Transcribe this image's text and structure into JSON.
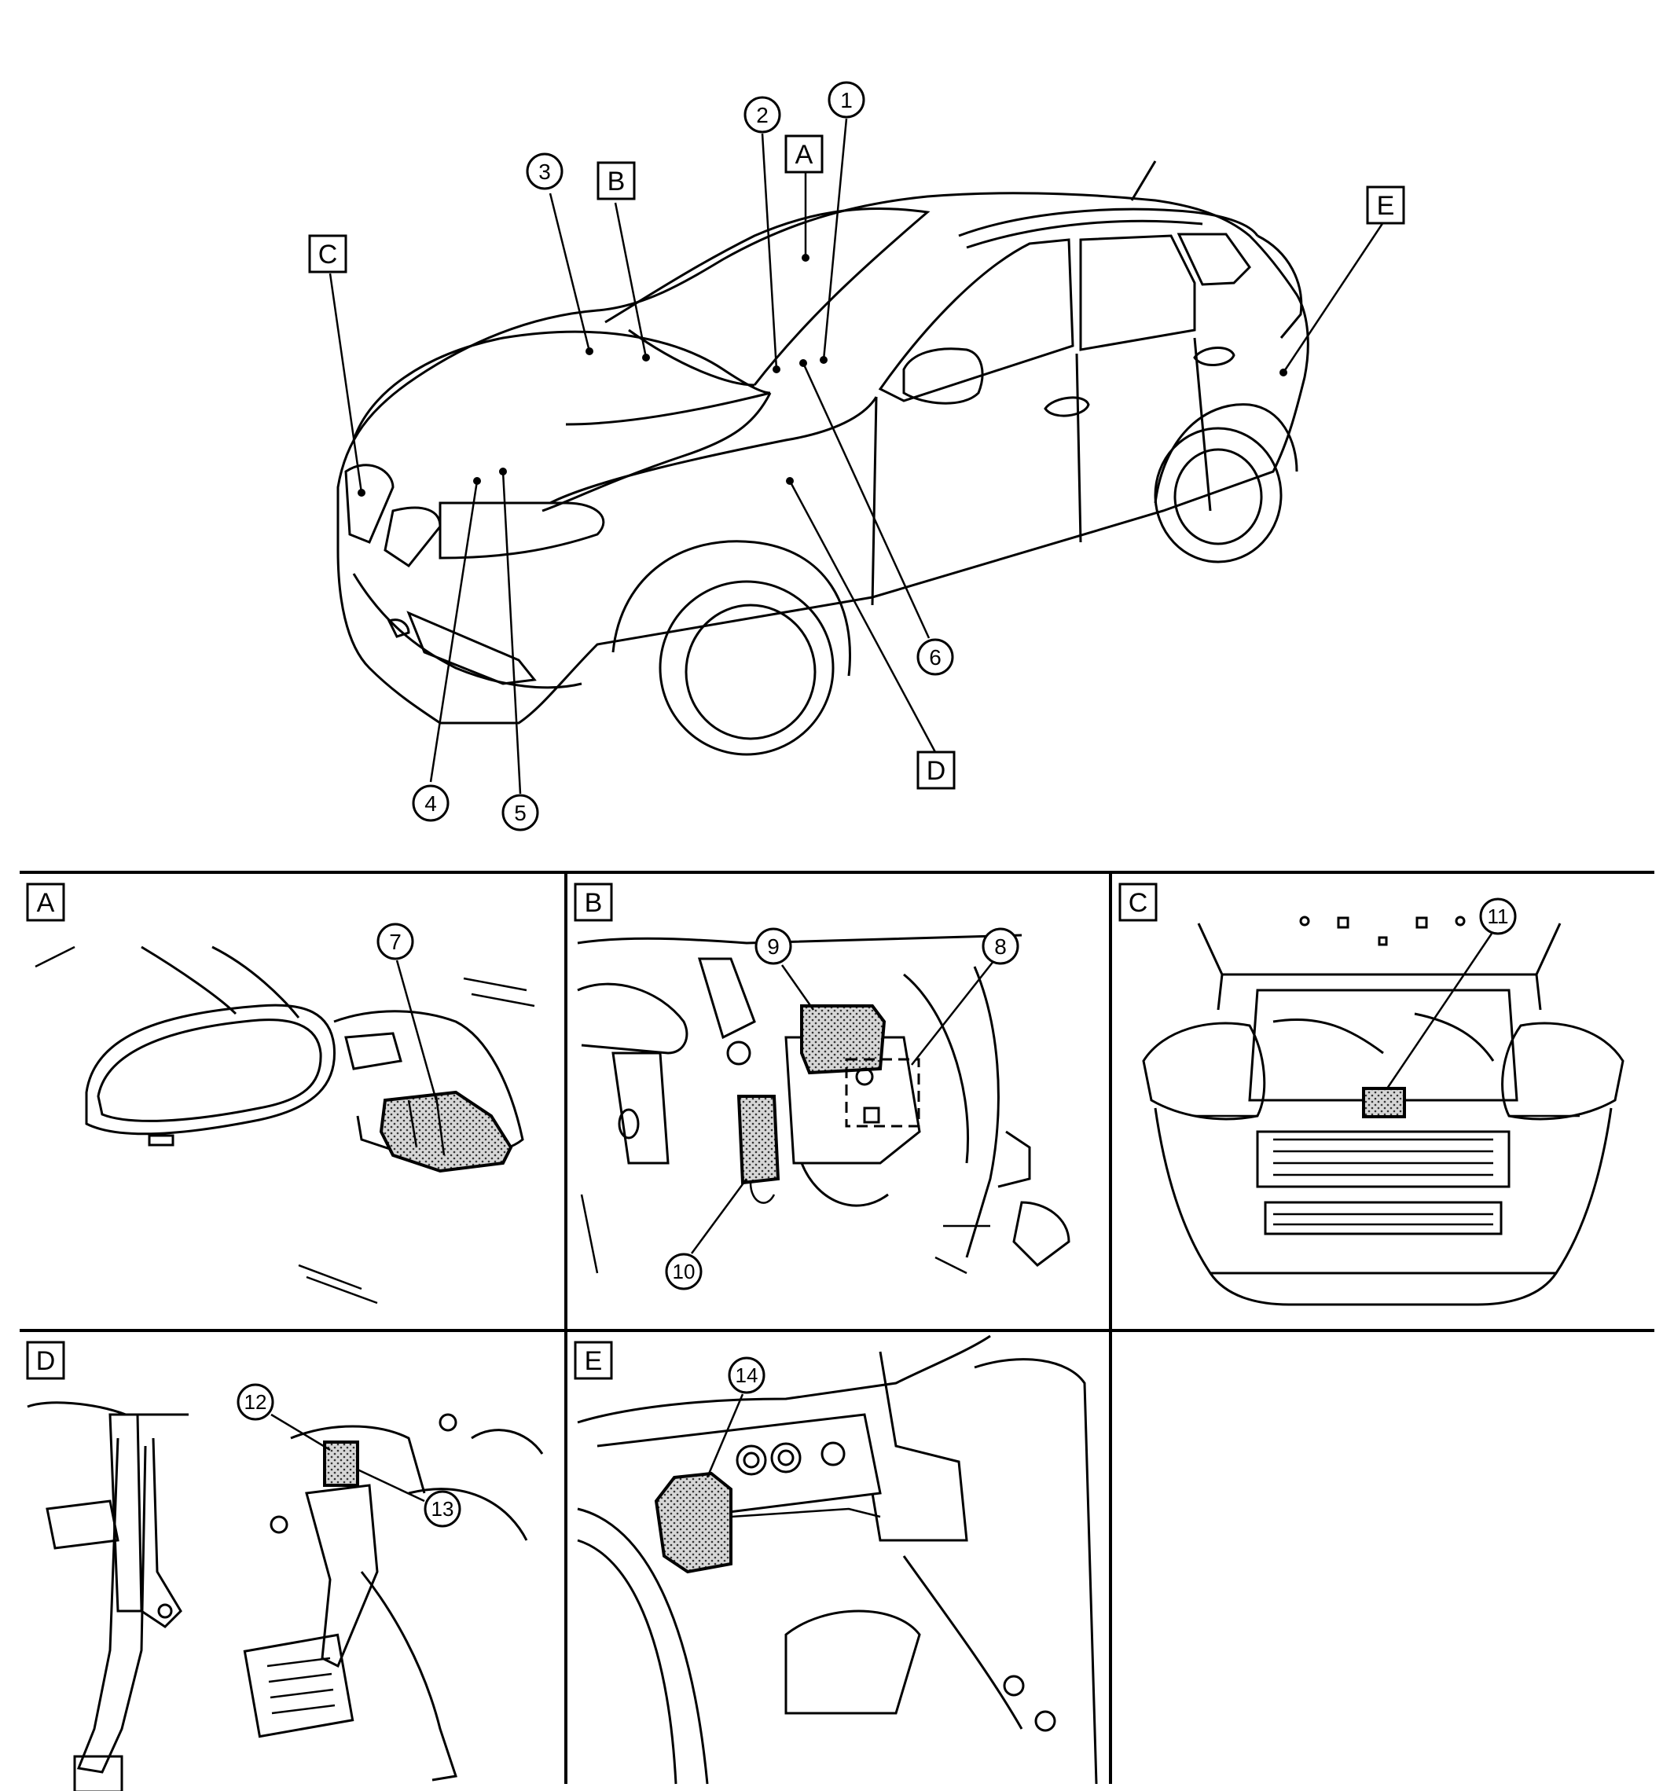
{
  "callouts": {
    "c1": "1",
    "c2": "2",
    "c3": "3",
    "c4": "4",
    "c5": "5",
    "c6": "6",
    "c7": "7",
    "c8": "8",
    "c9": "9",
    "c10": "10",
    "c11": "11",
    "c12": "12",
    "c13": "13",
    "c14": "14"
  },
  "view_letters": {
    "A": "A",
    "B": "B",
    "C": "C",
    "D": "D",
    "E": "E"
  },
  "panels": {
    "A": {
      "letter": "A"
    },
    "B": {
      "letter": "B"
    },
    "C": {
      "letter": "C"
    },
    "D": {
      "letter": "D"
    },
    "E": {
      "letter": "E"
    }
  }
}
